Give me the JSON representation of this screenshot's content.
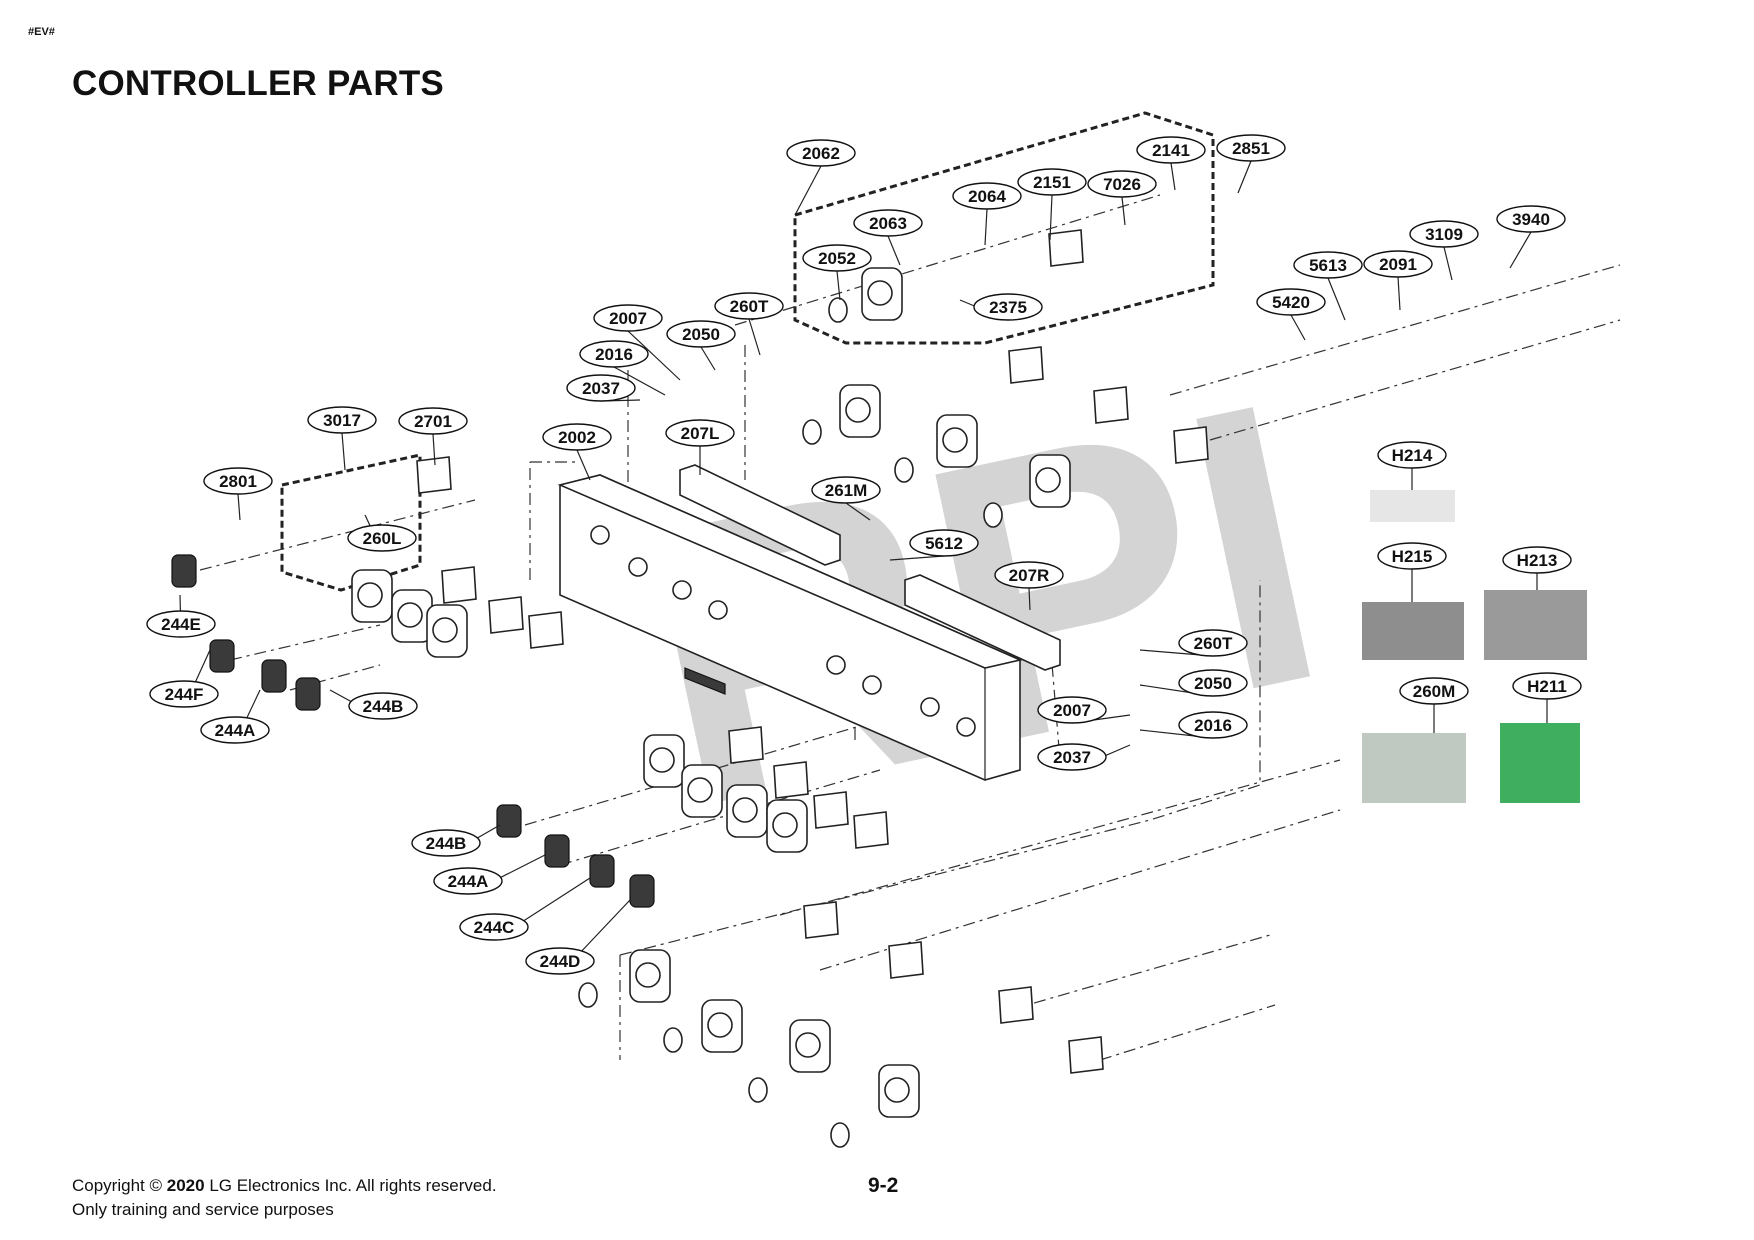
{
  "header": {
    "model_tag": "#EV#",
    "title": "CONTROLLER PARTS"
  },
  "watermark": "RPI",
  "footer": {
    "copyright_prefix": "Copyright ©",
    "copyright_year": "2020",
    "copyright_suffix": "LG Electronics Inc. All rights reserved.",
    "usage_note": "Only training and service purposes",
    "page_number": "9-2"
  },
  "callouts": [
    "2062",
    "2063",
    "2064",
    "2151",
    "7026",
    "2141",
    "2851",
    "2052",
    "2375",
    "3940",
    "3109",
    "2091",
    "5613",
    "5420",
    "2007",
    "260T",
    "2050",
    "2016",
    "2037",
    "207L",
    "2002",
    "3017",
    "2701",
    "2801",
    "260L",
    "244E",
    "244F",
    "244A",
    "244B",
    "261M",
    "5612",
    "207R",
    "H214",
    "H215",
    "H213",
    "260M",
    "H211",
    "260T",
    "2050",
    "2007",
    "2016",
    "2037",
    "244B",
    "244A",
    "244C",
    "244D"
  ]
}
